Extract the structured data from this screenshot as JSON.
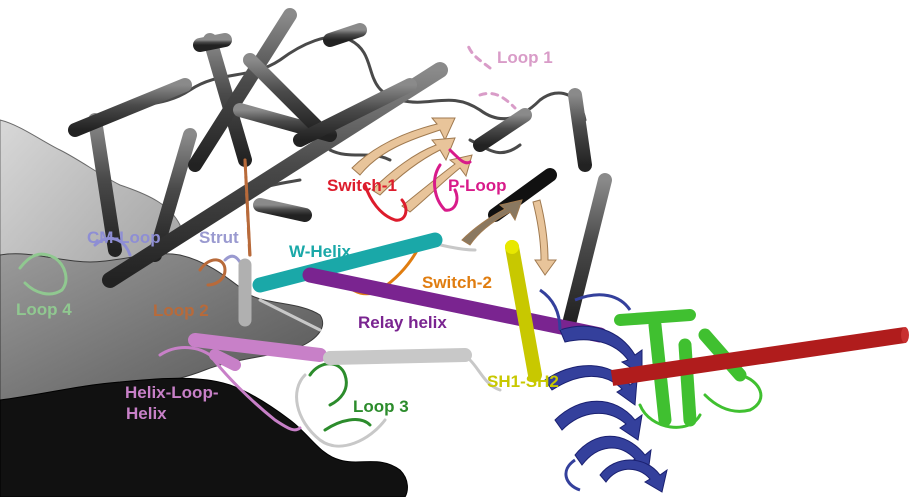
{
  "figure": {
    "labels": {
      "loop1": "Loop 1",
      "switch1": "Switch-1",
      "ploop": "P-Loop",
      "cmloop": "CM-Loop",
      "strut": "Strut",
      "whelix": "W-Helix",
      "switch2": "Switch-2",
      "loop4": "Loop 4",
      "loop2": "Loop 2",
      "relay": "Relay helix",
      "sh1sh2": "SH1-SH2",
      "hlh_line1": "Helix-Loop-",
      "hlh_line2": "Helix",
      "loop3": "Loop 3"
    },
    "colors": {
      "background": "#ffffff",
      "surface_light": "#c8c8c8",
      "surface_mid": "#7a7a7a",
      "surface_dark": "#1a1a1a",
      "cartoon_dark": "#4a4a4a",
      "beta_sheet": "#e8c49a",
      "loop1": "#d99cc8",
      "switch1": "#dd1c2c",
      "ploop": "#d81b8a",
      "cmloop": "#8e8ed4",
      "strut": "#9a9ad0",
      "whelix": "#1aa8a8",
      "switch2": "#e07d10",
      "loop4": "#90c890",
      "loop2": "#b86a3a",
      "relay": "#7a2490",
      "sh1sh2": "#c8c800",
      "hlh": "#c880c8",
      "loop3": "#2c8c2c",
      "converter_blue": "#34409c",
      "converter_green": "#40c030",
      "lever_red": "#b01c1c",
      "light_gray": "#c8c8c8"
    }
  }
}
